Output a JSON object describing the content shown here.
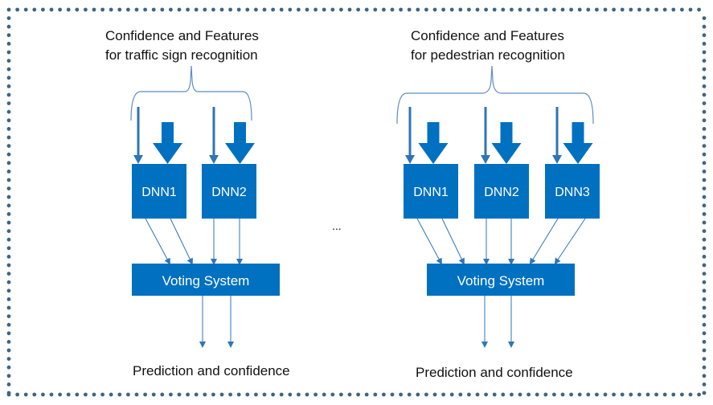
{
  "colors": {
    "box": "#0070c0",
    "arrow": "#2e75b6",
    "brace": "#5b8cc4",
    "border_dots": "#3f6485",
    "text": "#111111"
  },
  "left": {
    "title_line1": "Confidence and Features",
    "title_line2": "for traffic sign recognition",
    "dnns": [
      "DNN1",
      "DNN2"
    ],
    "voting": "Voting System",
    "output": "Prediction and confidence"
  },
  "ellipsis": "...",
  "right": {
    "title_line1": "Confidence and Features",
    "title_line2": "for pedestrian recognition",
    "dnns": [
      "DNN1",
      "DNN2",
      "DNN3"
    ],
    "voting": "Voting System",
    "output": "Prediction and confidence"
  }
}
